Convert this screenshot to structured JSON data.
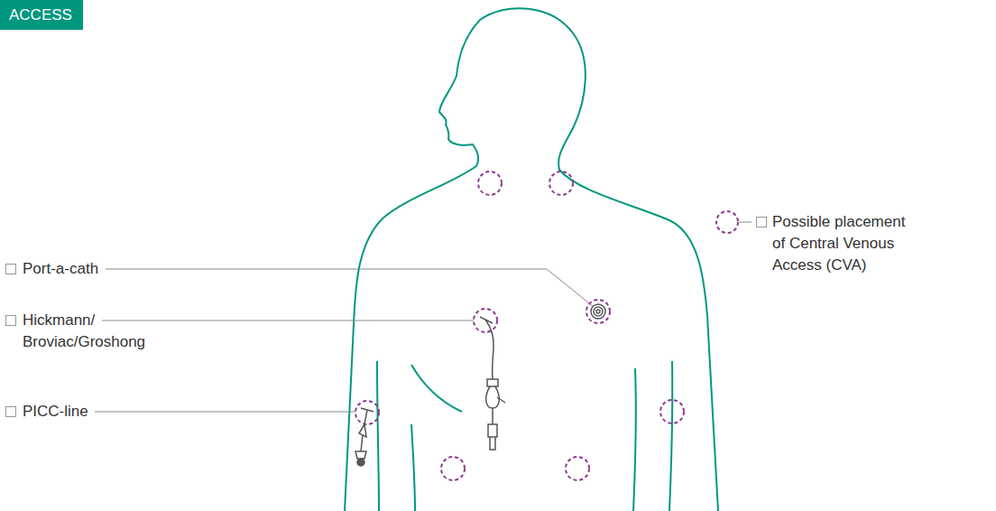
{
  "diagram": {
    "title": "ACCESS",
    "labels": [
      "Port-a-cath",
      "Hickmann/ Broviac/Groshong",
      "PICC-line"
    ],
    "legend": [
      {
        "text": "Possible placement of Central Venous Access (CVA)"
      }
    ]
  }
}
